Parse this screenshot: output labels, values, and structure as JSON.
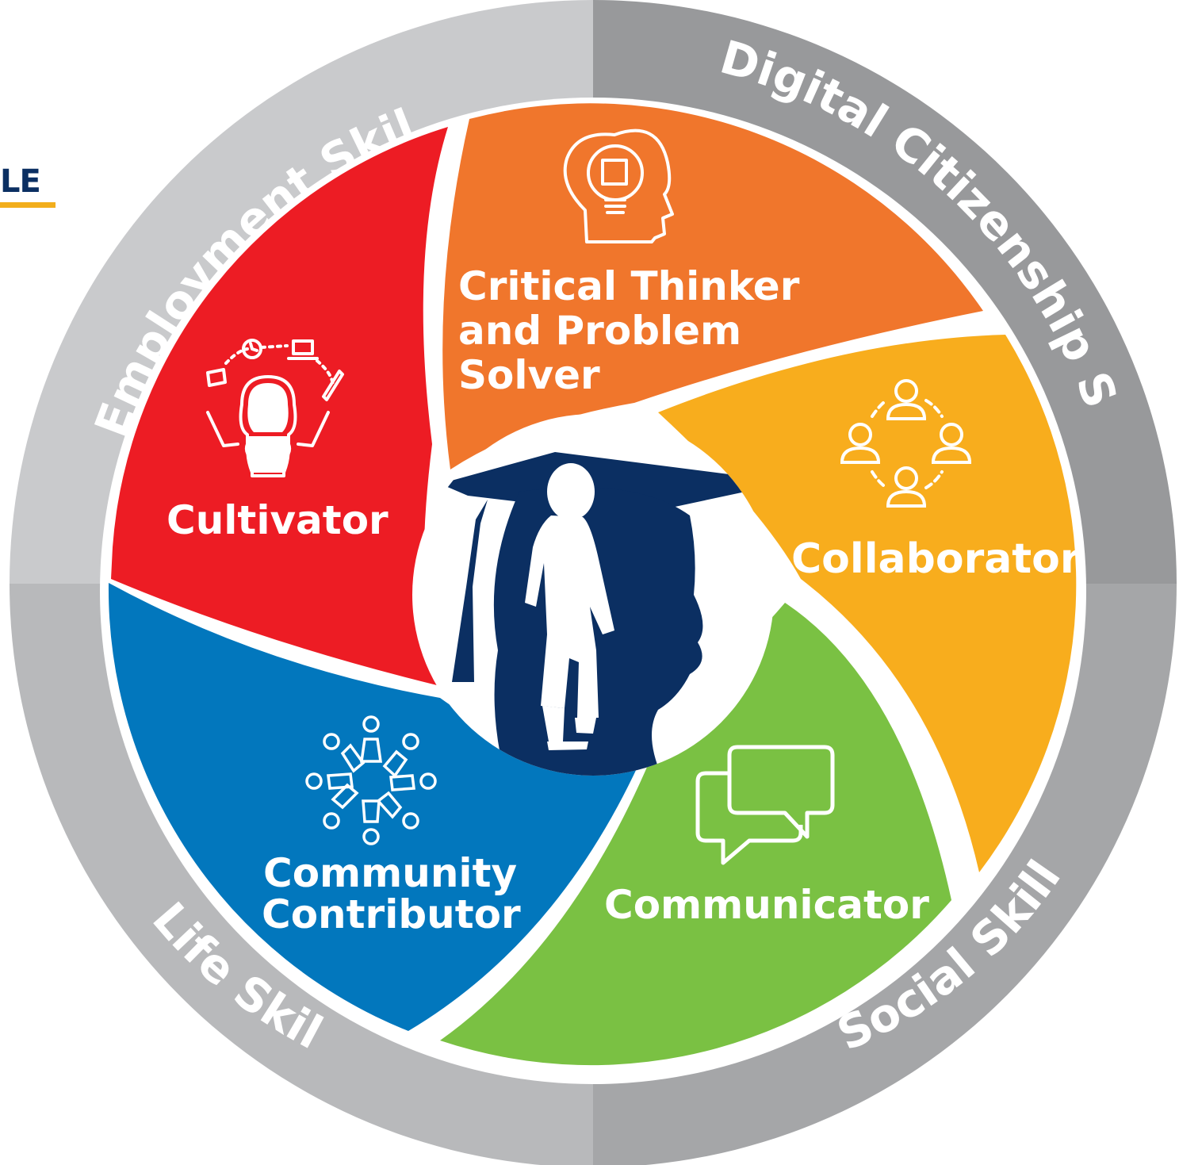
{
  "logo": {
    "text": "LE"
  },
  "ring": {
    "top_left": "Employment Skills",
    "top_right": "Digital Citizenship Skills",
    "bottom_right": "Social Skills",
    "bottom_left": "Life Skills",
    "colors": {
      "light": "#c9cacc",
      "dark": "#98999b"
    }
  },
  "segments": {
    "critical": {
      "lines": [
        "Critical Thinker",
        "and Problem",
        "Solver"
      ],
      "color": "#f0762c",
      "icon": "head-puzzle-lightbulb-icon"
    },
    "collaborator": {
      "label": "Collaborator",
      "color": "#f8ad1d",
      "icon": "people-circle-icon"
    },
    "communicator": {
      "label": "Communicator",
      "color": "#7ac143",
      "icon": "chat-bubbles-icon"
    },
    "community": {
      "lines": [
        "Community",
        "Contributor"
      ],
      "color": "#0277bd",
      "icon": "people-ring-icon"
    },
    "cultivator": {
      "label": "Cultivator",
      "color": "#ed1c24",
      "icon": "person-juggling-tasks-icon"
    }
  },
  "center": {
    "color": "#0b2f62",
    "icon": "graduate-child-silhouette-icon"
  }
}
